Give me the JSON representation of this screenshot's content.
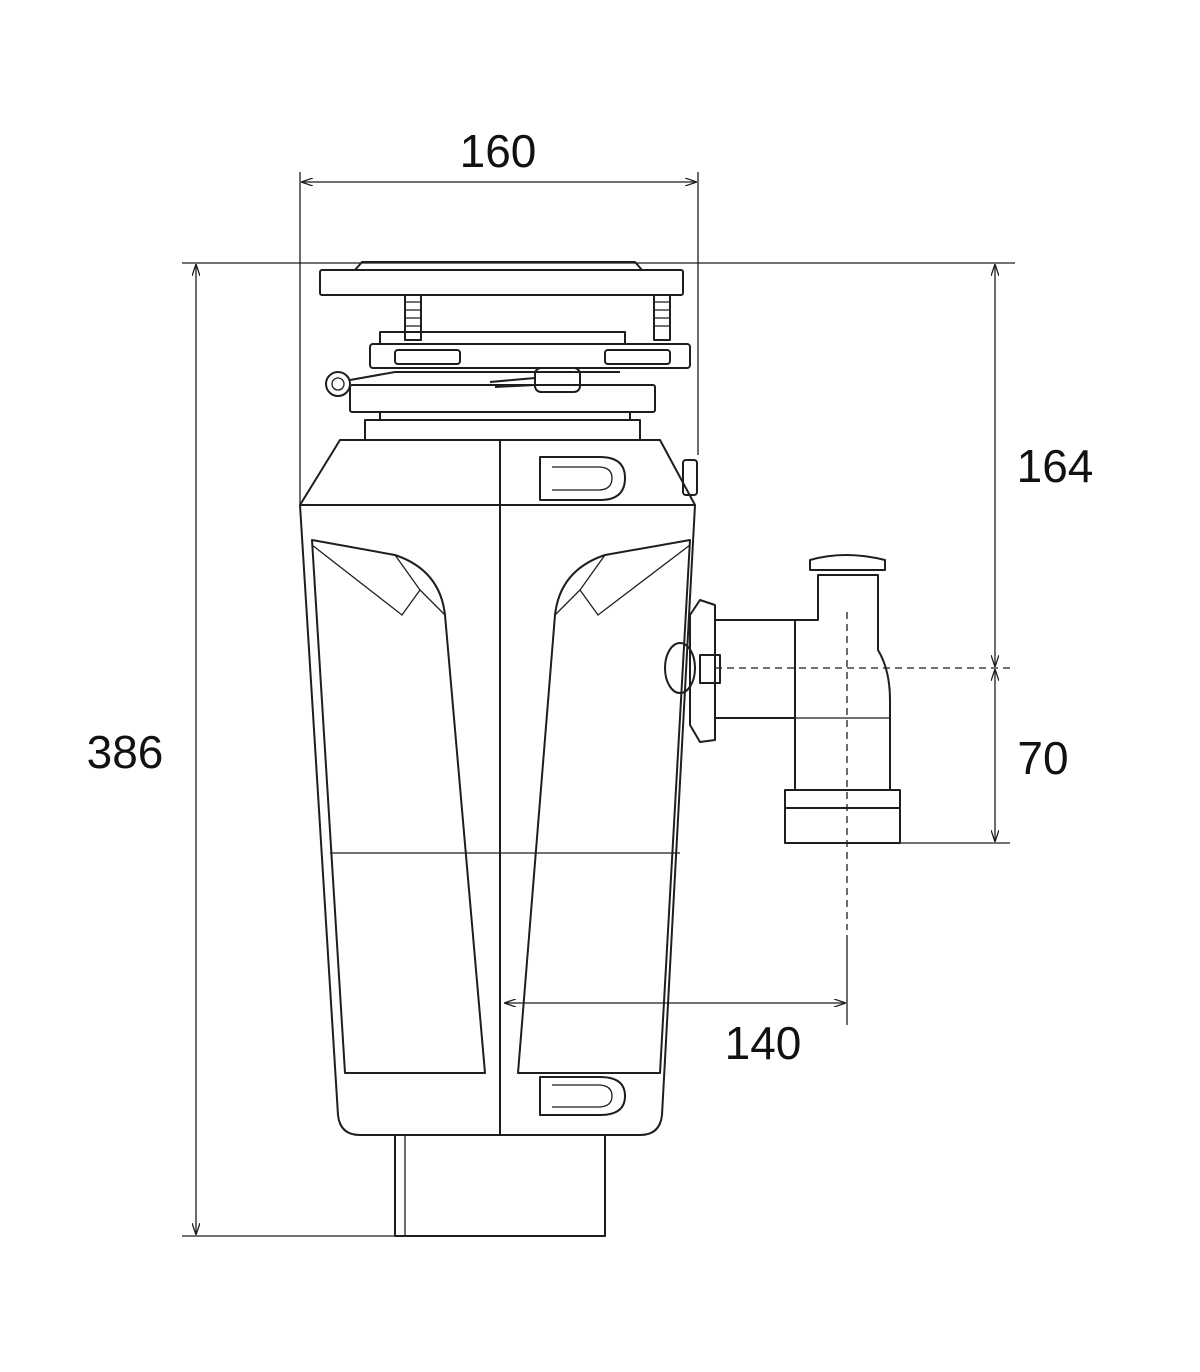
{
  "title": "Food waste disposer dimension drawing",
  "dimensions": {
    "width": "160",
    "height": "386",
    "outlet_height_from_top": "164",
    "outlet_drop": "70",
    "outlet_offset": "140"
  },
  "colors": {
    "line": "#1e1e1e",
    "background": "#ffffff"
  }
}
